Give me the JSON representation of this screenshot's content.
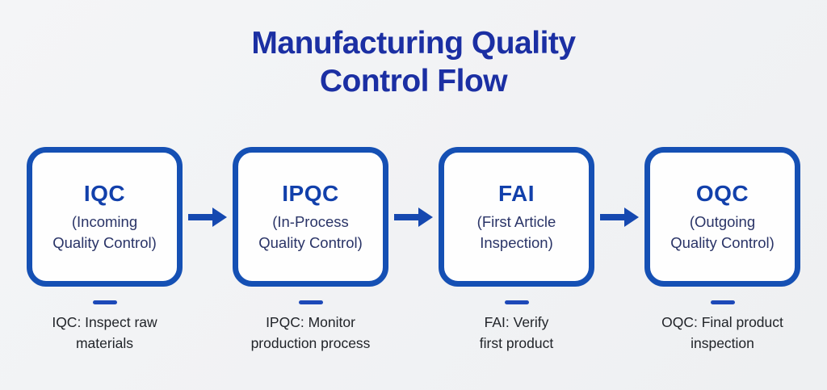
{
  "title_lines": [
    "Manufacturing Quality",
    "Control Flow"
  ],
  "stages": [
    {
      "acronym": "IQC",
      "full_name": "(Incoming Quality Control)",
      "full_name_lines": [
        "(Incoming",
        "Quality Control)"
      ],
      "caption": "IQC: Inspect raw materials",
      "caption_lines": [
        "IQC: Inspect raw",
        "materials"
      ]
    },
    {
      "acronym": "IPQC",
      "full_name": "(In-Process Quality Control)",
      "full_name_lines": [
        "(In-Process",
        "Quality Control)"
      ],
      "caption": "IPQC: Monitor production process",
      "caption_lines": [
        "IPQC: Monitor",
        "production process"
      ]
    },
    {
      "acronym": "FAI",
      "full_name": "(First Article Inspection)",
      "full_name_lines": [
        "(First Article",
        "Inspection)"
      ],
      "caption": "FAI: Verify first product",
      "caption_lines": [
        "FAI: Verify",
        "first product"
      ]
    },
    {
      "acronym": "OQC",
      "full_name": "(Outgoing Quality Control)",
      "full_name_lines": [
        "(Outgoing",
        "Quality Control)"
      ],
      "caption": "OQC: Final product inspection",
      "caption_lines": [
        "OQC: Final product",
        "inspection"
      ]
    }
  ],
  "colors": {
    "title_blue": "#1b2fa3",
    "border_blue": "#1550b4",
    "acronym_blue": "#1240ab",
    "subtitle_navy": "#2a3467",
    "arrow_blue": "#1548b0",
    "dash_blue": "#1d49b8",
    "caption_text": "#212429",
    "background": "#f1f2f4",
    "box_fill": "#fefefe"
  }
}
